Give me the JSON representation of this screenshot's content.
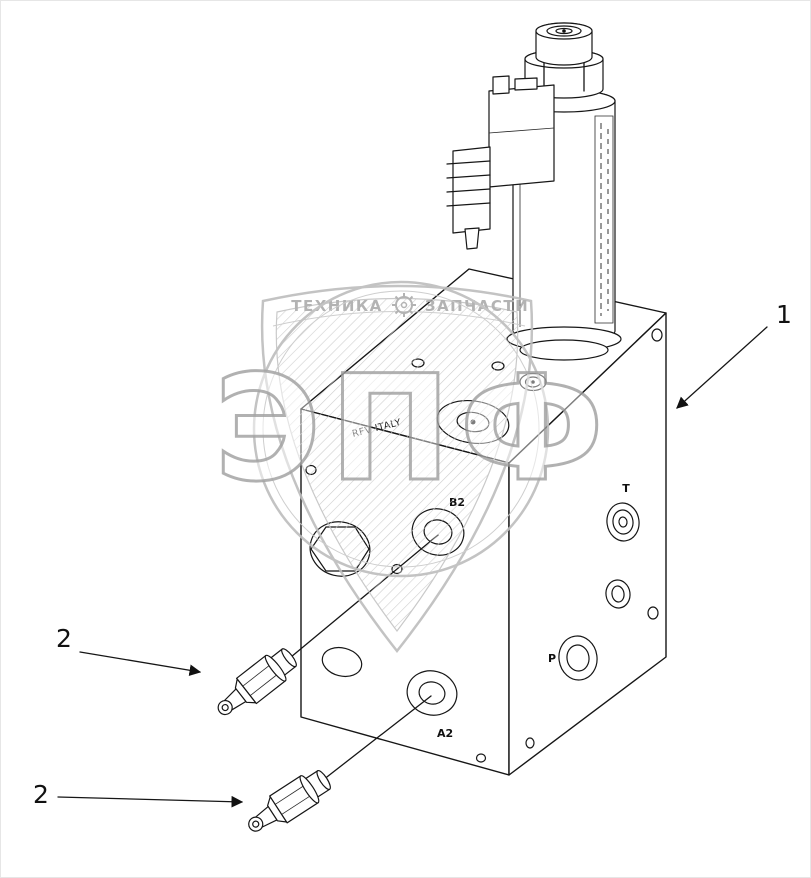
{
  "watermark": {
    "banner_left": "ТЕХНИКА",
    "banner_right": "ЗАПЧАСТИ",
    "logo": "ЭПФ"
  },
  "diagram": {
    "callout_1": "1",
    "callout_2a": "2",
    "callout_2b": "2",
    "port_b2": "B2",
    "port_a2": "A2",
    "port_t": "T",
    "port_p": "P",
    "body_marking": "RFV ITALY"
  },
  "colors": {
    "line": "#161616",
    "watermark_gray": "#b5b5b5",
    "background": "#ffffff"
  }
}
